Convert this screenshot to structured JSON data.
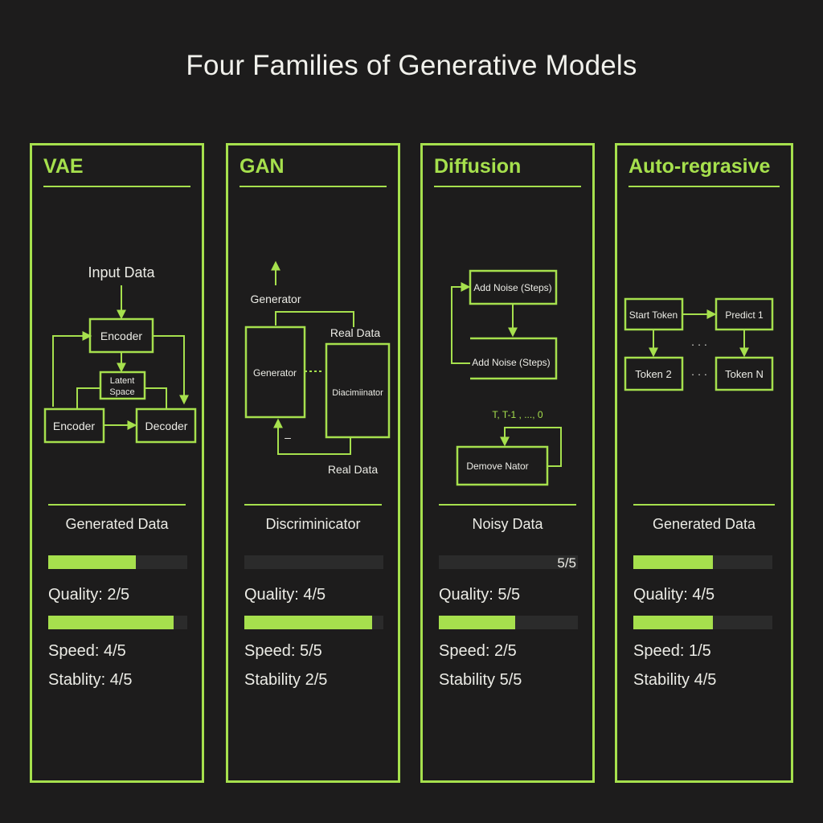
{
  "title": "Four Families of Generative Models",
  "accent_color": "#a6e04d",
  "background_color": "#1d1c1c",
  "panels": [
    {
      "name": "VAE",
      "diagram": {
        "input": "Input Data",
        "encoder_top": "Encoder",
        "latent_line1": "Latent",
        "latent_line2": "Space",
        "encoder_bottom": "Encoder",
        "decoder": "Decoder"
      },
      "output_label": "Generated Data",
      "quality_text": "Quality: 2/5",
      "speed_text": "Speed: 4/5",
      "stability_text": "Stablity: 4/5",
      "quality_bar": 0.63,
      "speed_bar": 0.9
    },
    {
      "name": "GAN",
      "diagram": {
        "generator_label": "Generator",
        "real_data_top": "Real Data",
        "generator_box": "Generator",
        "discriminator_box": "Diacimiinator",
        "dash": "–",
        "real_data_bottom": "Real Data"
      },
      "output_label": "Discriminicator",
      "quality_text": "Quality: 4/5",
      "speed_text": "Speed: 5/5",
      "stability_text": "Stability 2/5",
      "quality_bar": 0.0,
      "speed_bar": 0.92
    },
    {
      "name": "Diffusion",
      "diagram": {
        "noise_box1": "Add Noise (Steps)",
        "noise_box2": "Add Noise (Steps)",
        "steps": "T, T-1 , ..., 0",
        "denoise_box": "Demove Nator"
      },
      "output_label": "Noisy Data",
      "bar_note": "5/5",
      "quality_text": "Quality: 5/5",
      "speed_text": "Speed: 2/5",
      "stability_text": "Stability 5/5",
      "quality_bar": 0.0,
      "speed_bar": 0.55
    },
    {
      "name": "Auto-regrasive",
      "diagram": {
        "start_token": "Start Token",
        "predict": "Predict 1",
        "dots1": "· · ·",
        "token2": "Token 2",
        "dots2": "· · ·",
        "tokenN": "Token N"
      },
      "output_label": "Generated Data",
      "quality_text": "Quality: 4/5",
      "speed_text": "Speed: 1/5",
      "stability_text": "Stability 4/5",
      "quality_bar": 0.57,
      "speed_bar": 0.57
    }
  ]
}
